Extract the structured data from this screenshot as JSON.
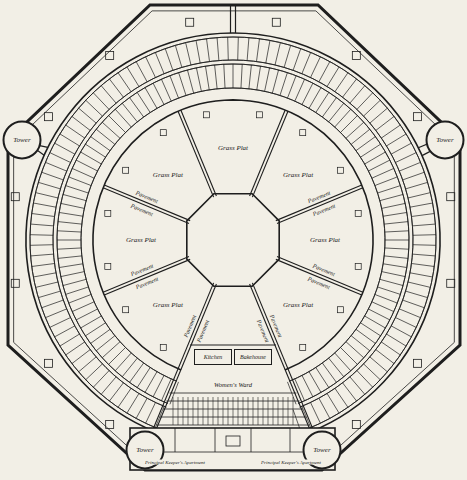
{
  "diagram": {
    "nodes": [
      {
        "text": [
          "Tower"
        ]
      },
      {
        "text": [
          "Tower"
        ]
      },
      {
        "text": [
          "Tower"
        ]
      },
      {
        "text": [
          "Tower"
        ]
      },
      {
        "text": [
          "Kitchen"
        ]
      },
      {
        "text": [
          "Bakehouse"
        ]
      }
    ],
    "labels": [
      "Grass Plat",
      "Grass Plat",
      "Grass Plat",
      "Grass Plat",
      "Grass Plat",
      "Grass Plat",
      "Grass Plat",
      "Pavement",
      "Pavement",
      "Pavement",
      "Pavement",
      "Pavement",
      "Pavement",
      "Pavement",
      "Pavement",
      "Pavement",
      "Pavement",
      "Pavement",
      "Pavement",
      "Women's Ward",
      "Principal Keeper's Apartment",
      "Principal Keeper's Apartment"
    ]
  }
}
